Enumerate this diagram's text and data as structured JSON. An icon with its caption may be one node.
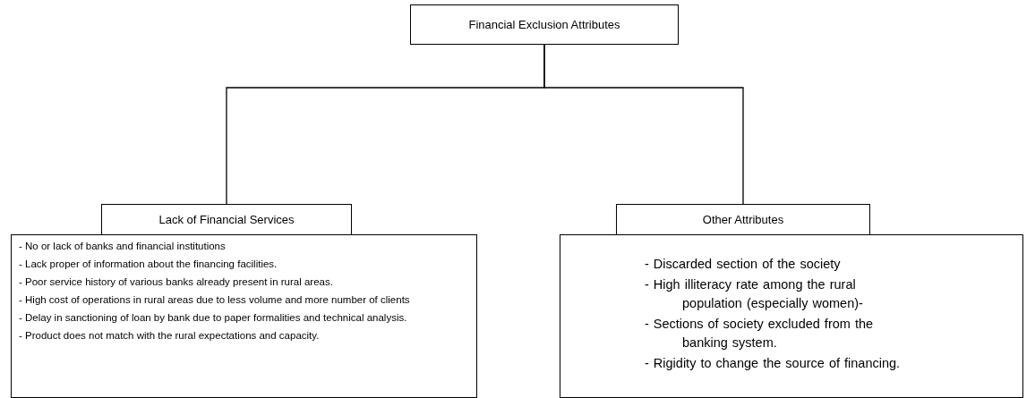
{
  "diagram": {
    "nodes": [
      {
        "text": [
          "Financial Exclusion Attributes"
        ]
      },
      {
        "text": [
          "Lack of Financial Services"
        ]
      },
      {
        "text": [
          "- No or lack of banks and financial institutions",
          "- Lack proper of information about the financing facilities.",
          "- Poor service history of various banks already present in rural areas.",
          "- High cost of operations in rural areas due to less volume and more number of clients",
          "- Delay in sanctioning of loan by bank due to paper formalities and technical analysis.",
          "- Product does not match with the rural expectations and capacity."
        ]
      },
      {
        "text": [
          "Other Attributes"
        ]
      },
      {
        "text": [
          "- Discarded section of the society",
          "- High illiteracy rate among the rural population (especially women)-",
          "- Sections of society excluded from the banking system.",
          "- Rigidity to change the source of financing."
        ]
      }
    ],
    "edges": [
      {
        "from": 0,
        "to": 1,
        "arrow": "none"
      },
      {
        "from": 0,
        "to": 3,
        "arrow": "none"
      }
    ]
  }
}
